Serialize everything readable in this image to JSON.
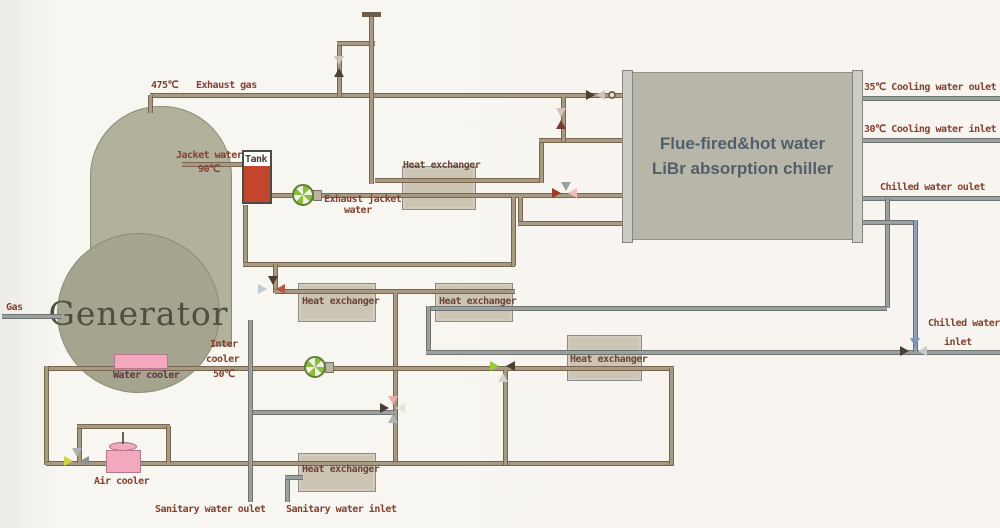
{
  "labels": {
    "gas": "Gas",
    "exhaust_gas_temp": "475℃",
    "exhaust_gas": "Exhaust gas",
    "jacket_water": "Jacket water",
    "jacket_water_temp": "90℃",
    "tank": "Tank",
    "exhaust_jacket_1": "Exhaust jacket",
    "exhaust_jacket_2": "water",
    "heat_exchanger": "Heat exchanger",
    "chiller_line1": "Flue-fired&hot water",
    "chiller_line2": "LiBr absorption chiller",
    "cooling_water_outlet": "35℃ Cooling water oulet",
    "cooling_water_inlet": "30℃ Cooling water inlet",
    "chilled_water_outlet": "Chilled water oulet",
    "chilled_water_inlet_1": "Chilled water",
    "chilled_water_inlet_2": "inlet",
    "inter_cooler_1": "Inter",
    "inter_cooler_2": "cooler",
    "inter_cooler_3": "50℃",
    "water_cooler": "Water cooler",
    "air_cooler": "Air cooler",
    "sanitary_water_outlet": "Sanitary water oulet",
    "sanitary_water_inlet": "Sanitary water inlet",
    "generator": "Generator"
  },
  "colors": {
    "pipe_brown": "#a89a82",
    "pipe_gray": "#9aa09e",
    "pipe_blue": "#93a2b2",
    "label_red": "#83402f",
    "vessel_olive": "#a5a48e",
    "heat_exchanger_fill": "#cdc5b4",
    "chiller_fill": "#b7b6a9",
    "tank_liquid_red": "#c2452c",
    "cooler_pink": "#f2a9bd",
    "pump_green": "#8cbe3e"
  }
}
